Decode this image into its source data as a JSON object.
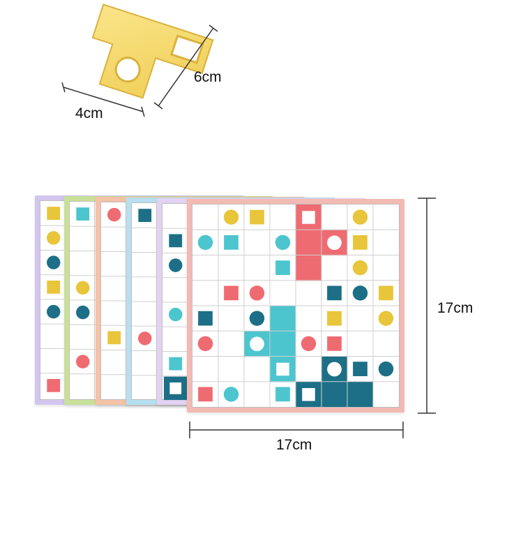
{
  "labels": {
    "piece_length": "6cm",
    "piece_width": "4cm",
    "board_height": "17cm",
    "board_width": "17cm"
  },
  "colors": {
    "yellow": "#e8c53a",
    "teal": "#1c6f86",
    "red": "#ef6b72",
    "cyan": "#4cc5cf",
    "piece": "#f7dc6f",
    "frame_front": "#f3b9b3",
    "frame_purple": "#d2c6ef",
    "frame_green": "#c8e09a",
    "frame_peach": "#f4c2a6",
    "frame_blue": "#b6dff0",
    "frame_lavender": "#e3d3f2"
  },
  "board": {
    "rows": 8,
    "cols": 8,
    "shapes": [
      {
        "r": 0,
        "c": 1,
        "shape": "circle",
        "color": "yellow"
      },
      {
        "r": 0,
        "c": 2,
        "shape": "square",
        "color": "yellow"
      },
      {
        "r": 0,
        "c": 4,
        "shape": "hole-square",
        "color": "red"
      },
      {
        "r": 0,
        "c": 6,
        "shape": "circle",
        "color": "yellow"
      },
      {
        "r": 1,
        "c": 0,
        "shape": "circle",
        "color": "cyan"
      },
      {
        "r": 1,
        "c": 1,
        "shape": "square",
        "color": "cyan"
      },
      {
        "r": 1,
        "c": 3,
        "shape": "circle",
        "color": "cyan"
      },
      {
        "r": 1,
        "c": 4,
        "shape": "fill",
        "color": "red"
      },
      {
        "r": 1,
        "c": 5,
        "shape": "hole-circle",
        "color": "red"
      },
      {
        "r": 1,
        "c": 6,
        "shape": "square",
        "color": "yellow"
      },
      {
        "r": 2,
        "c": 3,
        "shape": "square",
        "color": "cyan"
      },
      {
        "r": 2,
        "c": 4,
        "shape": "fill",
        "color": "red"
      },
      {
        "r": 2,
        "c": 6,
        "shape": "circle",
        "color": "yellow"
      },
      {
        "r": 3,
        "c": 1,
        "shape": "square",
        "color": "red"
      },
      {
        "r": 3,
        "c": 2,
        "shape": "circle",
        "color": "red"
      },
      {
        "r": 3,
        "c": 5,
        "shape": "square",
        "color": "teal"
      },
      {
        "r": 3,
        "c": 6,
        "shape": "circle",
        "color": "teal"
      },
      {
        "r": 3,
        "c": 7,
        "shape": "square",
        "color": "yellow"
      },
      {
        "r": 4,
        "c": 0,
        "shape": "square",
        "color": "teal"
      },
      {
        "r": 4,
        "c": 2,
        "shape": "circle",
        "color": "teal"
      },
      {
        "r": 4,
        "c": 3,
        "shape": "fill",
        "color": "cyan"
      },
      {
        "r": 4,
        "c": 5,
        "shape": "square",
        "color": "yellow"
      },
      {
        "r": 4,
        "c": 7,
        "shape": "circle",
        "color": "yellow"
      },
      {
        "r": 5,
        "c": 0,
        "shape": "circle",
        "color": "red"
      },
      {
        "r": 5,
        "c": 2,
        "shape": "hole-circle",
        "color": "cyan"
      },
      {
        "r": 5,
        "c": 3,
        "shape": "fill",
        "color": "cyan"
      },
      {
        "r": 5,
        "c": 4,
        "shape": "circle",
        "color": "red"
      },
      {
        "r": 5,
        "c": 5,
        "shape": "square",
        "color": "red"
      },
      {
        "r": 6,
        "c": 3,
        "shape": "hole-square",
        "color": "cyan"
      },
      {
        "r": 6,
        "c": 5,
        "shape": "hole-circle",
        "color": "teal"
      },
      {
        "r": 6,
        "c": 6,
        "shape": "square",
        "color": "teal"
      },
      {
        "r": 6,
        "c": 7,
        "shape": "circle",
        "color": "teal"
      },
      {
        "r": 7,
        "c": 0,
        "shape": "square",
        "color": "red"
      },
      {
        "r": 7,
        "c": 1,
        "shape": "circle",
        "color": "cyan"
      },
      {
        "r": 7,
        "c": 3,
        "shape": "square",
        "color": "cyan"
      },
      {
        "r": 7,
        "c": 4,
        "shape": "hole-square",
        "color": "teal"
      },
      {
        "r": 7,
        "c": 5,
        "shape": "fill",
        "color": "teal"
      },
      {
        "r": 7,
        "c": 6,
        "shape": "fill",
        "color": "teal"
      }
    ]
  },
  "back_cards": [
    {
      "frame": "frame_purple",
      "shapes": [
        [
          "square",
          "yellow"
        ],
        [
          "circle",
          "yellow"
        ],
        [
          "circle",
          "teal"
        ],
        [
          "square",
          "yellow"
        ],
        [
          "circle",
          "teal"
        ],
        null,
        null,
        [
          "square",
          "red"
        ]
      ]
    },
    {
      "frame": "frame_green",
      "shapes": [
        [
          "square",
          "cyan"
        ],
        null,
        null,
        [
          "circle",
          "yellow"
        ],
        [
          "circle",
          "teal"
        ],
        null,
        [
          "circle",
          "red"
        ],
        null
      ]
    },
    {
      "frame": "frame_peach",
      "shapes": [
        [
          "circle",
          "red"
        ],
        null,
        null,
        null,
        null,
        [
          "square",
          "yellow"
        ],
        null,
        null
      ]
    },
    {
      "frame": "frame_blue",
      "shapes": [
        [
          "square",
          "teal"
        ],
        null,
        null,
        null,
        null,
        [
          "circle",
          "red"
        ],
        null,
        null
      ]
    },
    {
      "frame": "frame_lavender",
      "shapes": [
        null,
        [
          "square",
          "teal"
        ],
        [
          "circle",
          "teal"
        ],
        null,
        [
          "circle",
          "cyan"
        ],
        null,
        [
          "square",
          "cyan"
        ],
        [
          "hole-square",
          "teal"
        ]
      ]
    }
  ]
}
